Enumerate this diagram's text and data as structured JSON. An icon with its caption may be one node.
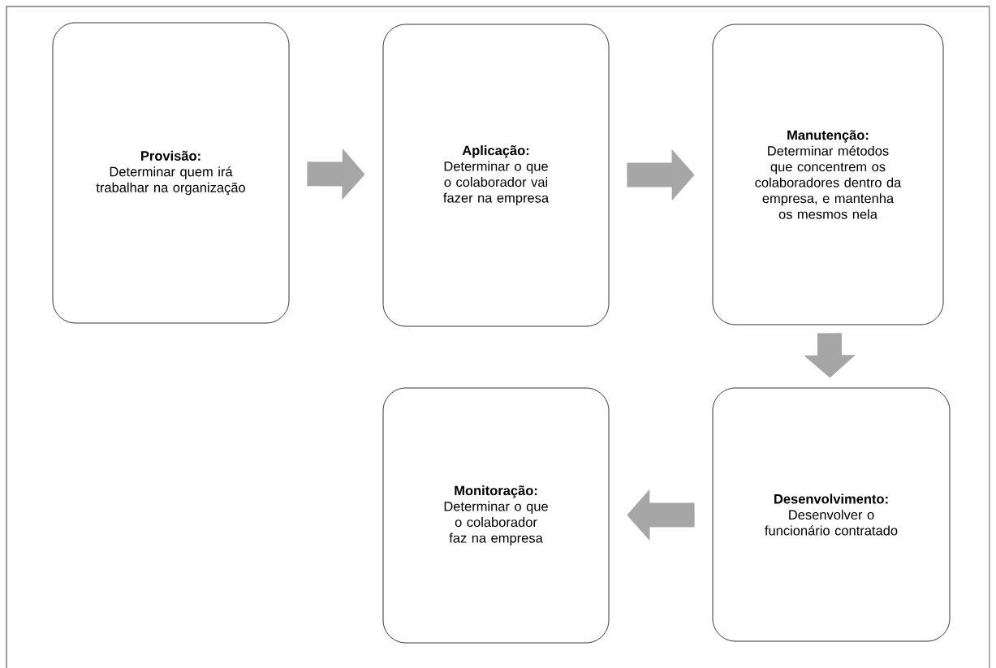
{
  "diagram": {
    "nodes": [
      {
        "text": [
          "Provisão:",
          "Determinar quem irá trabalhar na organização"
        ]
      },
      {
        "text": [
          "Aplicação:",
          "Determinar o que o colaborador vai fazer na empresa"
        ]
      },
      {
        "text": [
          "Manutenção:",
          "Determinar métodos que concentrem os colaboradores dentro da empresa, e mantenha os mesmos nela"
        ]
      },
      {
        "text": [
          "Desenvolvimento:",
          "Desenvolver o funcionário contratado"
        ]
      },
      {
        "text": [
          "Monitoração:",
          "Determinar o que o colaborador faz na empresa"
        ]
      }
    ],
    "edges": [
      {
        "from": 0,
        "to": 1,
        "arrow": "to"
      },
      {
        "from": 1,
        "to": 2,
        "arrow": "to"
      },
      {
        "from": 2,
        "to": 3,
        "arrow": "to"
      },
      {
        "from": 3,
        "to": 4,
        "arrow": "to"
      }
    ]
  }
}
